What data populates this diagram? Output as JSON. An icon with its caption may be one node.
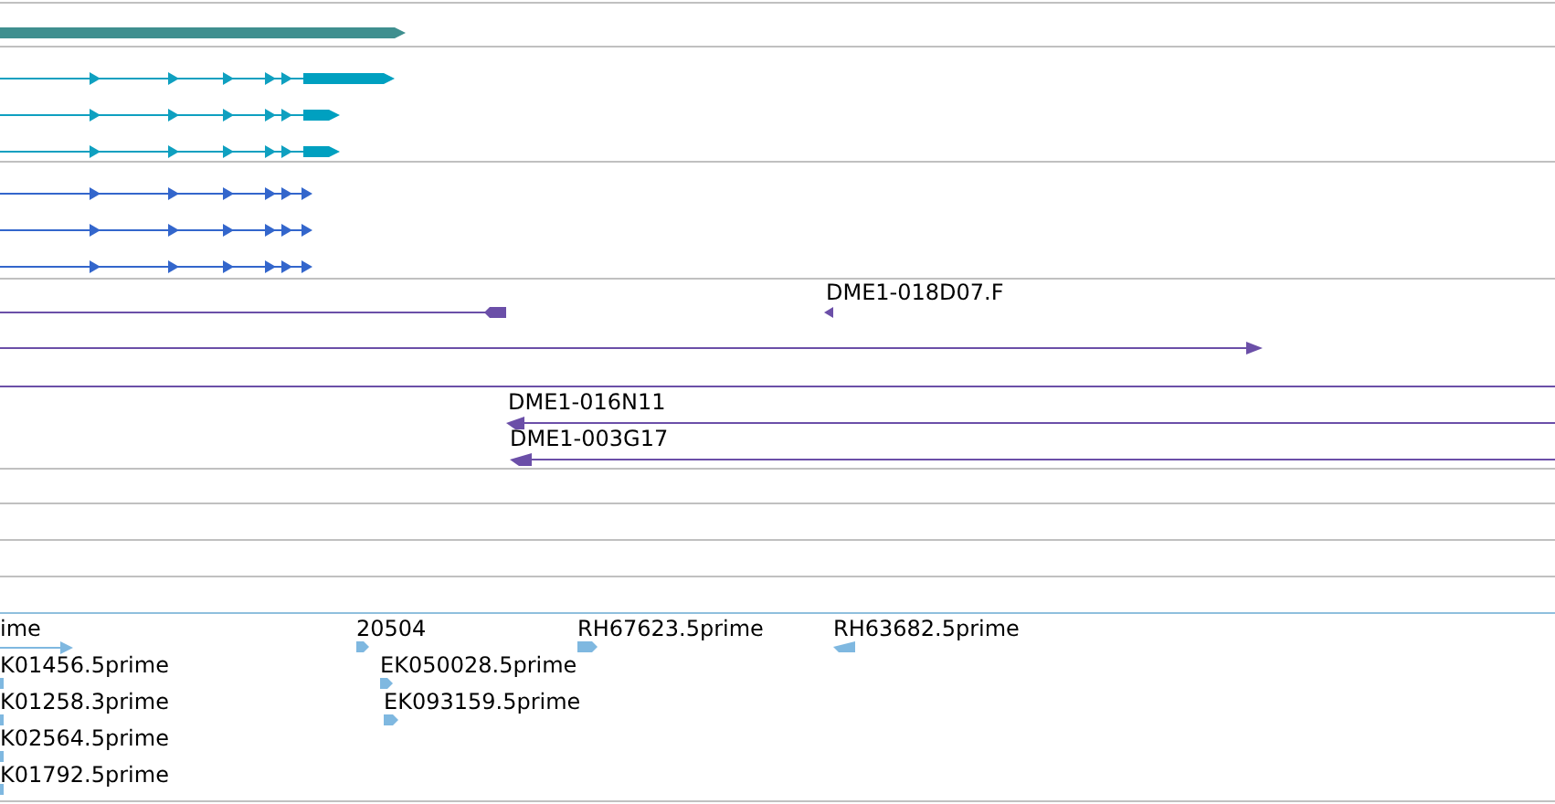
{
  "diagram": {
    "labels": [
      "DME1-018D07.F",
      "DME1-016N11",
      "DME1-003G17",
      "ime",
      "20504",
      "RH67623.5prime",
      "RH63682.5prime",
      "K01456.5prime",
      "EK050028.5prime",
      "K01258.3prime",
      "EK093159.5prime",
      "K02564.5prime",
      "K01792.5prime"
    ]
  }
}
